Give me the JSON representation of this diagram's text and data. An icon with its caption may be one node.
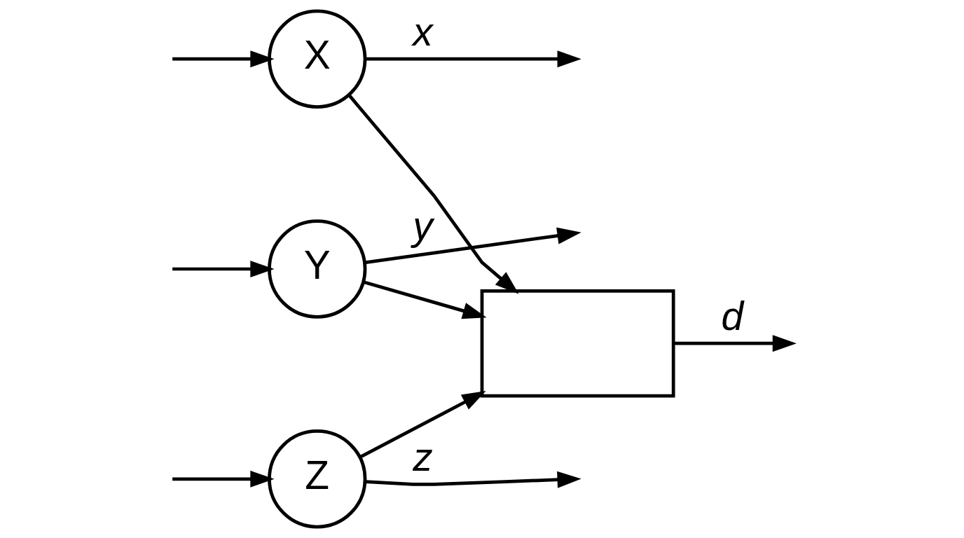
{
  "diagram": {
    "nodes": [
      {
        "text": [
          "X"
        ]
      },
      {
        "text": [
          "Y"
        ]
      },
      {
        "text": [
          "Z"
        ]
      },
      {
        "text": [],
        "shape": "box"
      }
    ],
    "edges": [
      {
        "from": 0,
        "to": null,
        "arrow": "to",
        "label": "x"
      },
      {
        "from": null,
        "to": 0,
        "arrow": "to"
      },
      {
        "from": 0,
        "to": 3,
        "arrow": "to"
      },
      {
        "from": 1,
        "to": null,
        "arrow": "to",
        "label": "y"
      },
      {
        "from": null,
        "to": 1,
        "arrow": "to"
      },
      {
        "from": 1,
        "to": 3,
        "arrow": "to"
      },
      {
        "from": 2,
        "to": null,
        "arrow": "to",
        "label": "z"
      },
      {
        "from": null,
        "to": 2,
        "arrow": "to"
      },
      {
        "from": 2,
        "to": 3,
        "arrow": "to"
      },
      {
        "from": 3,
        "to": null,
        "arrow": "to",
        "label": "d"
      }
    ]
  }
}
